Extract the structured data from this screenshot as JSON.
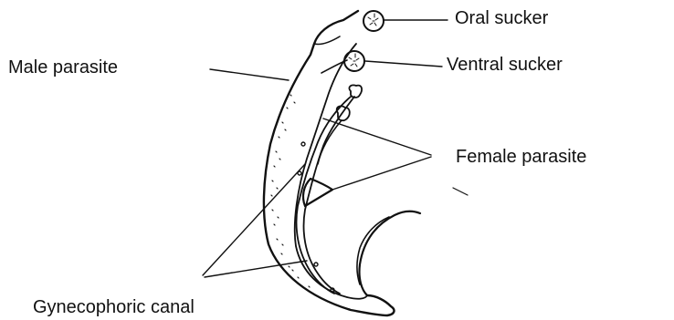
{
  "labels": {
    "oral_sucker": "Oral sucker",
    "ventral_sucker": "Ventral sucker",
    "male_parasite": "Male parasite",
    "female_parasite": "Female parasite",
    "gynecophoric_canal": "Gynecophoric canal"
  },
  "colors": {
    "ink": "#111111",
    "background": "#ffffff"
  }
}
